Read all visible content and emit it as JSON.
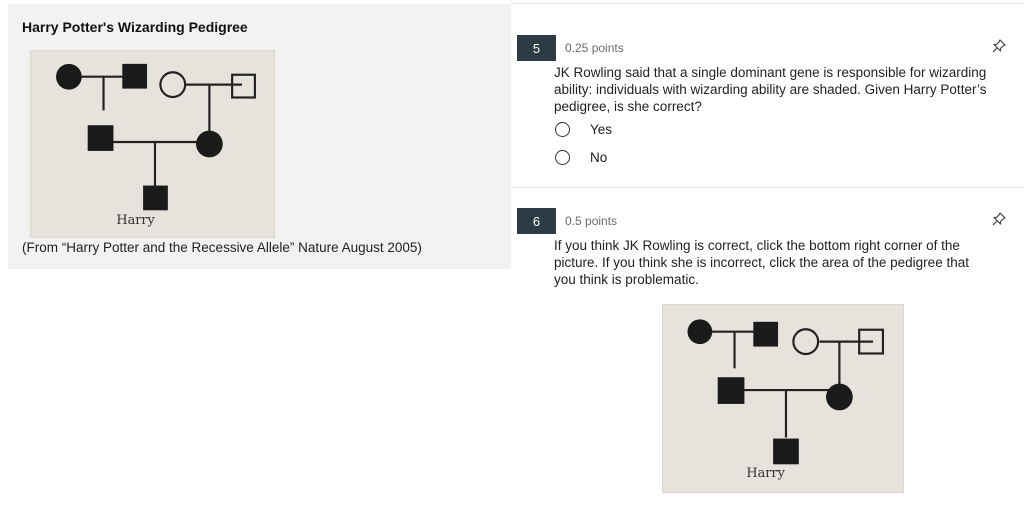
{
  "left": {
    "title": "Harry Potter's Wizarding Pedigree",
    "figure_label": "Harry",
    "caption": "(From “Harry Potter and the Recessive Allele” Nature August 2005)"
  },
  "questions": [
    {
      "number": "5",
      "points": "0.25 points",
      "text_lines": [
        "JK Rowling said that a single dominant gene is responsible for wizarding",
        "ability: individuals with wizarding ability are shaded. Given Harry Potter’s",
        "pedigree, is she correct?"
      ],
      "options": [
        "Yes",
        "No"
      ],
      "pin_icon": "pin-icon"
    },
    {
      "number": "6",
      "points": "0.5 points",
      "text_lines": [
        "If you think JK Rowling is correct, click the bottom right corner of the",
        "picture.  If you think she is incorrect, click the area of the pedigree that",
        "you think is problematic."
      ],
      "figure_label": "Harry",
      "pin_icon": "pin-icon"
    }
  ]
}
